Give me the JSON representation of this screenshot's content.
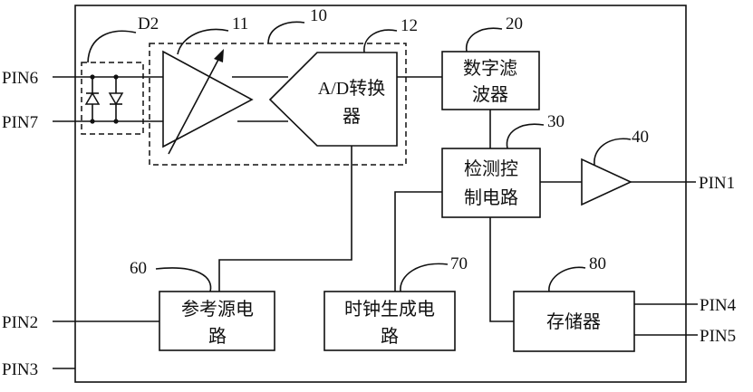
{
  "pins": {
    "pin1": "PIN1",
    "pin2": "PIN2",
    "pin3": "PIN3",
    "pin4": "PIN4",
    "pin5": "PIN5",
    "pin6": "PIN6",
    "pin7": "PIN7"
  },
  "refs": {
    "d2": "D2",
    "r10": "10",
    "r11": "11",
    "r12": "12",
    "r20": "20",
    "r30": "30",
    "r40": "40",
    "r60": "60",
    "r70": "70",
    "r80": "80"
  },
  "blocks": {
    "adc_line1": "A/D转换",
    "adc_line2": "器",
    "filter_line1": "数字滤",
    "filter_line2": "波器",
    "detect_line1": "检测控",
    "detect_line2": "制电路",
    "ref_line1": "参考源电",
    "ref_line2": "路",
    "clock_line1": "时钟生成电",
    "clock_line2": "路",
    "memory": "存储器"
  }
}
